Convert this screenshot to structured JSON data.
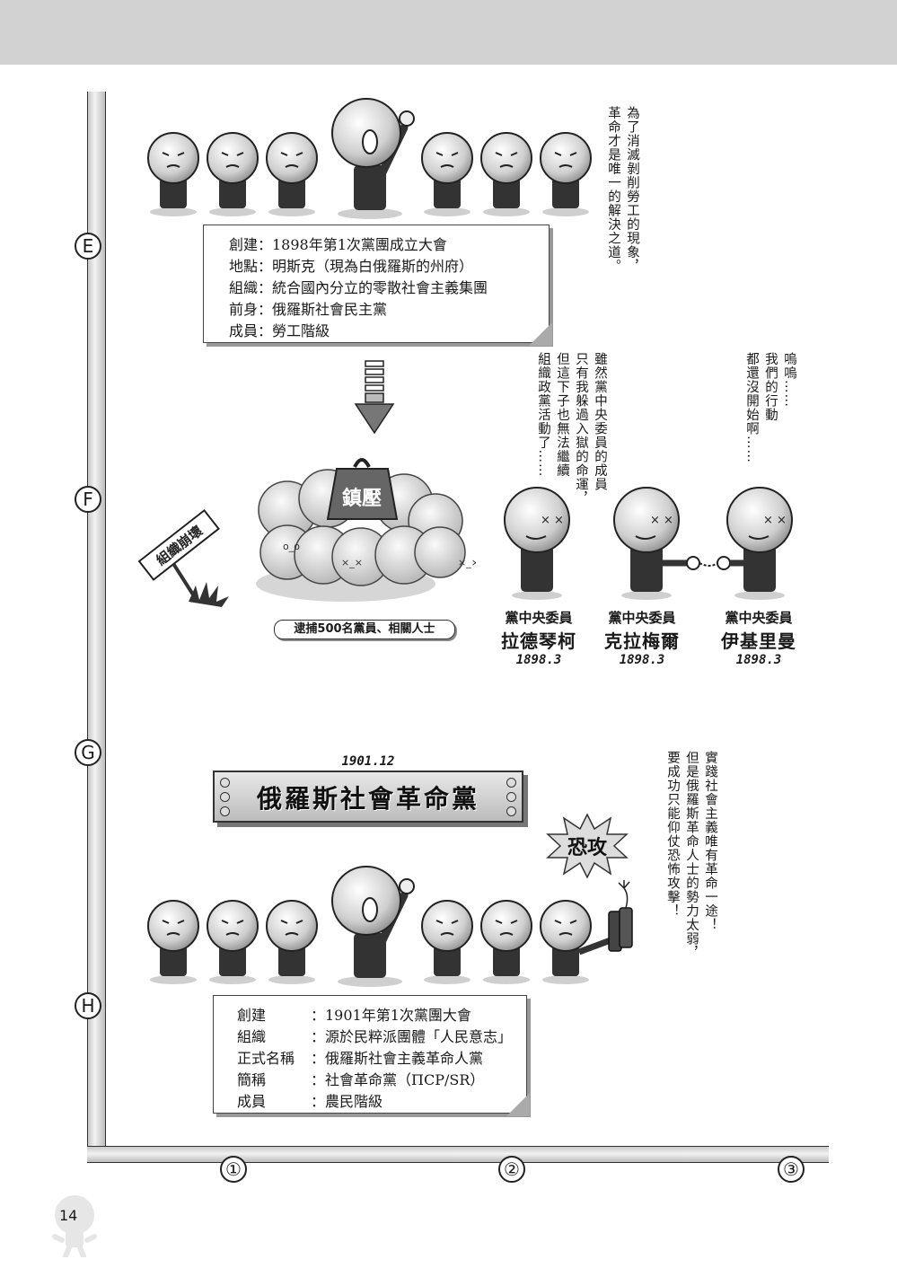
{
  "markers": [
    "E",
    "F",
    "G",
    "H"
  ],
  "columns": [
    "①",
    "②",
    "③"
  ],
  "page_number": "14",
  "section_e": {
    "info": [
      "創建：1898年第1次黨團成立大會",
      "地點：明斯克（現為白俄羅斯的州府）",
      "組織：統合國內分立的零散社會主義集團",
      "前身：俄羅斯社會民主黨",
      "成員：勞工階級"
    ],
    "speech": [
      "為了消滅剝削勞工的現象，",
      "革命才是唯一的解決之道。"
    ]
  },
  "section_f": {
    "sign": "組織崩壞",
    "weight": "鎮壓",
    "arrest_caption": "逮捕500名黨員、相關人士",
    "speech_left": [
      "雖然黨中央委員的成員",
      "只有我躲過入獄的命運，",
      "但這下子也無法繼續",
      "組織政黨活動了……"
    ],
    "speech_right": [
      "嗚嗚……",
      "我們的行動",
      "都還沒開始啊……"
    ],
    "members": [
      {
        "role": "黨中央委員",
        "name": "拉德琴柯",
        "date": "1898.3"
      },
      {
        "role": "黨中央委員",
        "name": "克拉梅爾",
        "date": "1898.3"
      },
      {
        "role": "黨中央委員",
        "name": "伊基里曼",
        "date": "1898.3"
      }
    ]
  },
  "section_g": {
    "date": "1901.12",
    "title": "俄羅斯社會革命黨",
    "burst": "恐攻",
    "speech": [
      "實踐社會主義唯有革命一途！",
      "但是俄羅斯革命人士的勢力太弱，",
      "要成功只能仰仗恐怖攻擊！"
    ]
  },
  "section_h": {
    "info": [
      {
        "k": "創建",
        "v": "：1901年第1次黨團大會"
      },
      {
        "k": "組織",
        "v": "：源於民粹派團體「人民意志」"
      },
      {
        "k": "正式名稱",
        "v": "：俄羅斯社會主義革命人黨"
      },
      {
        "k": "簡稱",
        "v": "：社會革命黨（ΠCP/SR）"
      },
      {
        "k": "成員",
        "v": "：農民階級"
      }
    ]
  }
}
